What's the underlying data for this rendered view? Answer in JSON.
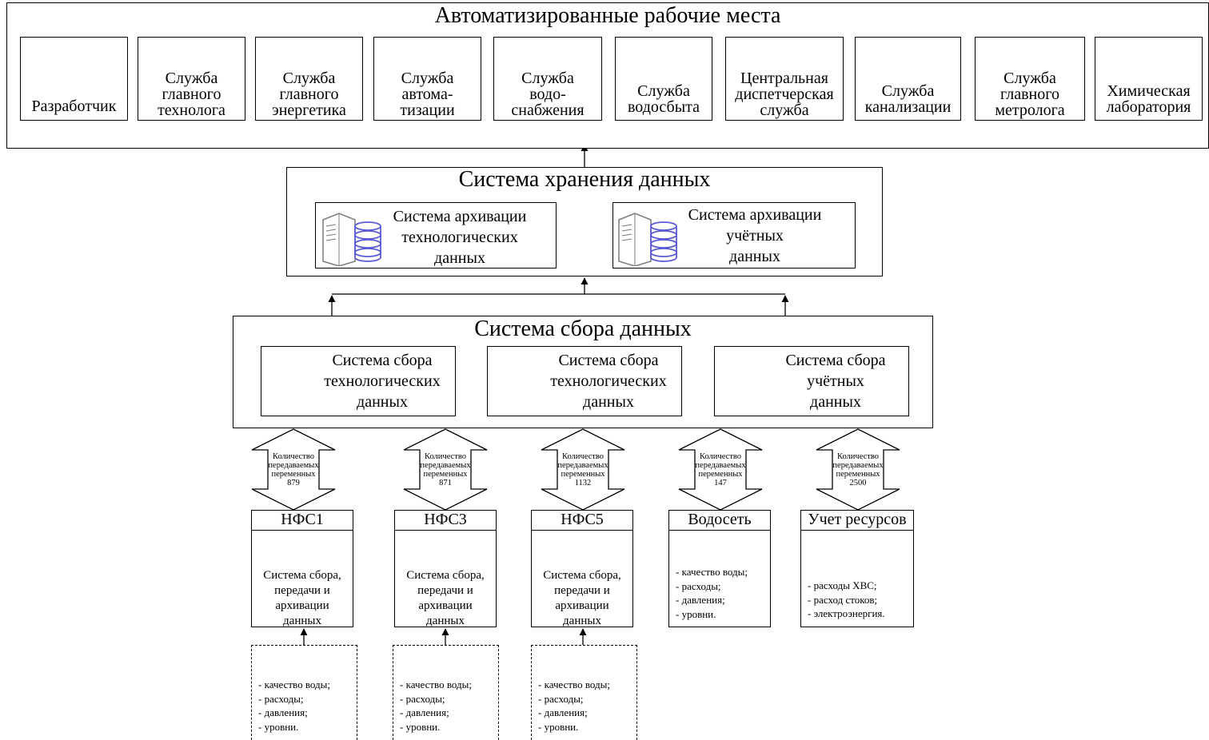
{
  "workstations": {
    "title": "Автоматизированные рабочие места",
    "items": [
      {
        "lines": [
          "Разработчик"
        ]
      },
      {
        "lines": [
          "Служба",
          "главного",
          "технолога"
        ]
      },
      {
        "lines": [
          "Служба",
          "главного",
          "энергетика"
        ]
      },
      {
        "lines": [
          "Служба",
          "автома-",
          "тизации"
        ]
      },
      {
        "lines": [
          "Служба",
          "водо-",
          "снабжения"
        ]
      },
      {
        "lines": [
          "Служба",
          "водосбыта"
        ]
      },
      {
        "lines": [
          "Центральная",
          "диспетчерская",
          "служба"
        ]
      },
      {
        "lines": [
          "Служба",
          "канализации"
        ]
      },
      {
        "lines": [
          "Служба",
          "главного",
          "метролога"
        ]
      },
      {
        "lines": [
          "Химическая",
          "лаборатория"
        ]
      }
    ]
  },
  "storage": {
    "title": "Система хранения данных",
    "tech": [
      "Система архивации",
      "технологических",
      "данных"
    ],
    "acct": [
      "Система архивации",
      "учётных",
      "данных"
    ]
  },
  "collection": {
    "title": "Система сбора данных",
    "units": [
      [
        "Система сбора",
        "технологических",
        "данных"
      ],
      [
        "Система сбора",
        "технологических",
        "данных"
      ],
      [
        "Система сбора",
        "учётных",
        "данных"
      ]
    ]
  },
  "arrows": [
    {
      "lines": [
        "Количество",
        "передаваемых",
        "переменных",
        "879"
      ]
    },
    {
      "lines": [
        "Количество",
        "передаваемых",
        "переменных",
        "871"
      ]
    },
    {
      "lines": [
        "Количество",
        "передаваемых",
        "переменных",
        "1132"
      ]
    },
    {
      "lines": [
        "Количество",
        "передаваемых",
        "переменных",
        "147"
      ]
    },
    {
      "lines": [
        "Количество",
        "передаваемых",
        "переменных",
        "2500"
      ]
    }
  ],
  "sites": [
    {
      "name": "НФС1",
      "desc": [
        "Система сбора,",
        "передачи и",
        "архивации",
        "данных"
      ]
    },
    {
      "name": "НФС3",
      "desc": [
        "Система сбора,",
        "передачи и",
        "архивации",
        "данных"
      ]
    },
    {
      "name": "НФС5",
      "desc": [
        "Система сбора,",
        "передачи и",
        "архивации",
        "данных"
      ]
    },
    {
      "name": "Водосеть",
      "list": [
        "- качество воды;",
        "- расходы;",
        "- давления;",
        "- уровни."
      ]
    },
    {
      "name": "Учет ресурсов",
      "list": [
        "- расходы ХВС;",
        "- расход стоков;",
        "- электроэнергия."
      ]
    }
  ],
  "field": {
    "list": [
      "- качество воды;",
      "- расходы;",
      "- давления;",
      "- уровни."
    ]
  },
  "colors": {
    "line": "#000000",
    "meter": "#5b5bd6",
    "db": "#5b5bd6",
    "wireless": "#5ccf72",
    "grey": "#7a7a7a"
  }
}
